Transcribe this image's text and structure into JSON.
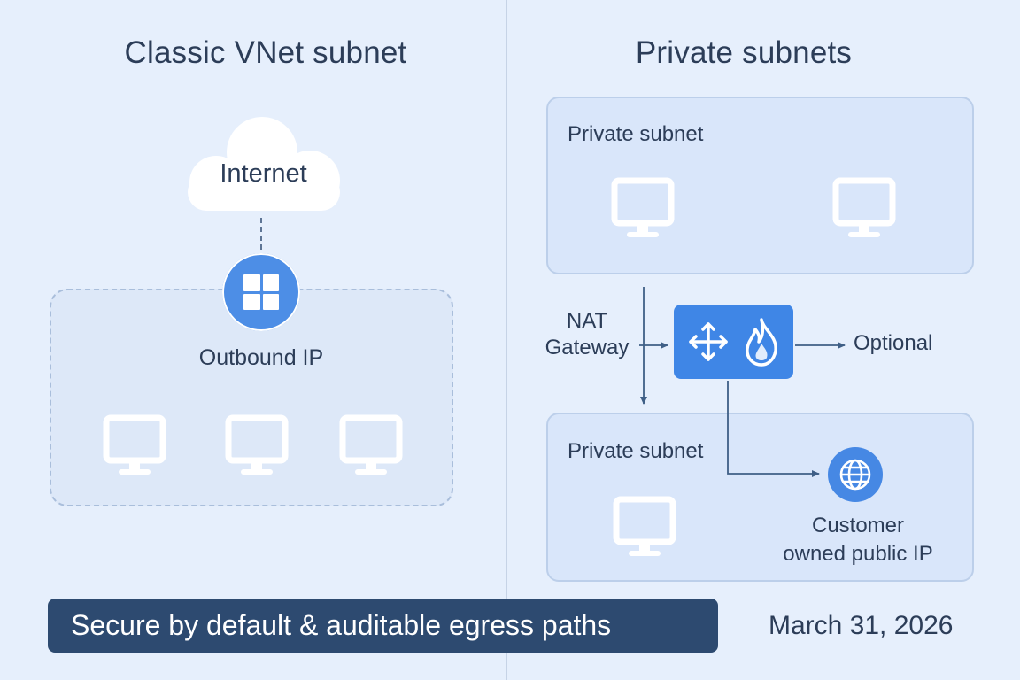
{
  "left": {
    "title": "Classic VNet subnet",
    "cloud_label": "Internet",
    "outbound_label": "Outbound IP",
    "icons": {
      "cloud": "cloud-icon",
      "windows": "windows-icon",
      "vm": "monitor-icon"
    }
  },
  "right": {
    "title": "Private subnets",
    "top_subnet_label": "Private subnet",
    "bottom_subnet_label": "Private subnet",
    "nat_label_line1": "NAT",
    "nat_label_line2": "Gateway",
    "optional_label": "Optional",
    "customer_line1": "Customer",
    "customer_line2": "owned public IP",
    "icons": {
      "nat": "move-arrows-icon",
      "firewall": "flame-icon",
      "public_ip": "globe-icon",
      "vm": "monitor-icon"
    }
  },
  "footer": {
    "banner": "Secure by default & auditable egress paths",
    "date": "March 31, 2026"
  },
  "colors": {
    "background": "#e6effc",
    "accent": "#3f86e6",
    "banner": "#2d4a70",
    "text": "#2c3d58"
  }
}
